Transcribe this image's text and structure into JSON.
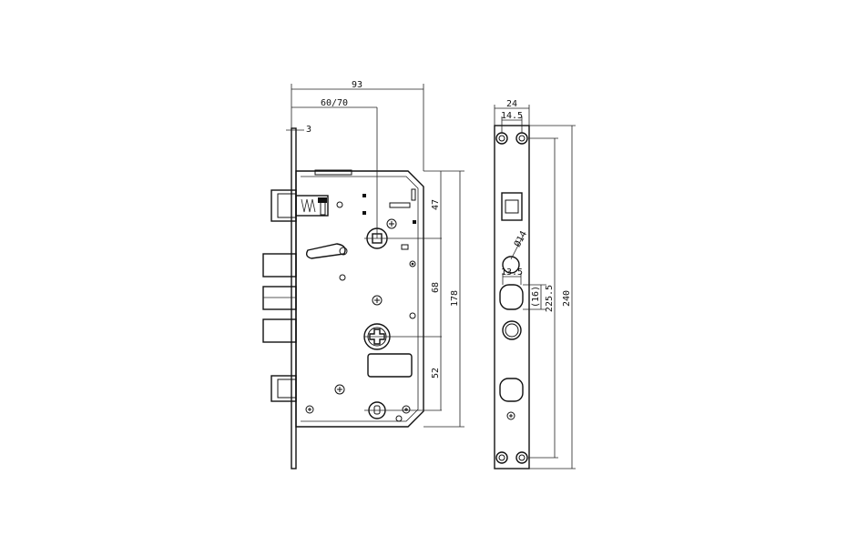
{
  "front_view": {
    "dim_width": "93",
    "dim_backset": "60/70",
    "dim_faceplate": "3",
    "dim_upper": "47",
    "dim_middle": "68",
    "dim_lower": "52",
    "dim_total": "178"
  },
  "side_view": {
    "dim_width": "24",
    "dim_inner": "14.5",
    "dim_hole": "Ø14",
    "dim_small": "13.5",
    "dim_paren": "(16)",
    "dim_mid": "225.5",
    "dim_total": "240"
  }
}
